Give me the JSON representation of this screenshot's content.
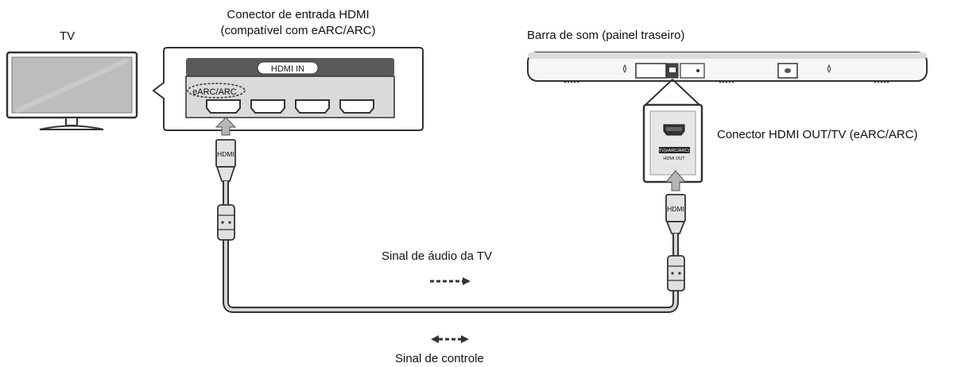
{
  "labels": {
    "tv": "TV",
    "hdmi_in_connector_line1": "Conector de entrada HDMI",
    "hdmi_in_connector_line2": "(compatível com eARC/ARC)",
    "soundbar": "Barra de som (painel traseiro)",
    "hdmi_out_connector": "Conector HDMI OUT/TV (eARC/ARC)",
    "audio_signal": "Sinal de áudio da TV",
    "control_signal": "Sinal de controle"
  },
  "panel": {
    "hdmi_in_badge": "HDMI IN",
    "earc_label": "eARC/ARC"
  },
  "plugs": {
    "tv_plug": "HDMI",
    "soundbar_plug": "HDMI"
  },
  "soundbar_jack": {
    "line1": "TV(eARC/ARC)",
    "line2": "HDMI OUT"
  },
  "colors": {
    "line": "#333333",
    "panel_header": "#555555",
    "panel_body": "#d9d9d9",
    "cable_fill": "#d0d0d0",
    "screen": "#b8b8b8"
  }
}
